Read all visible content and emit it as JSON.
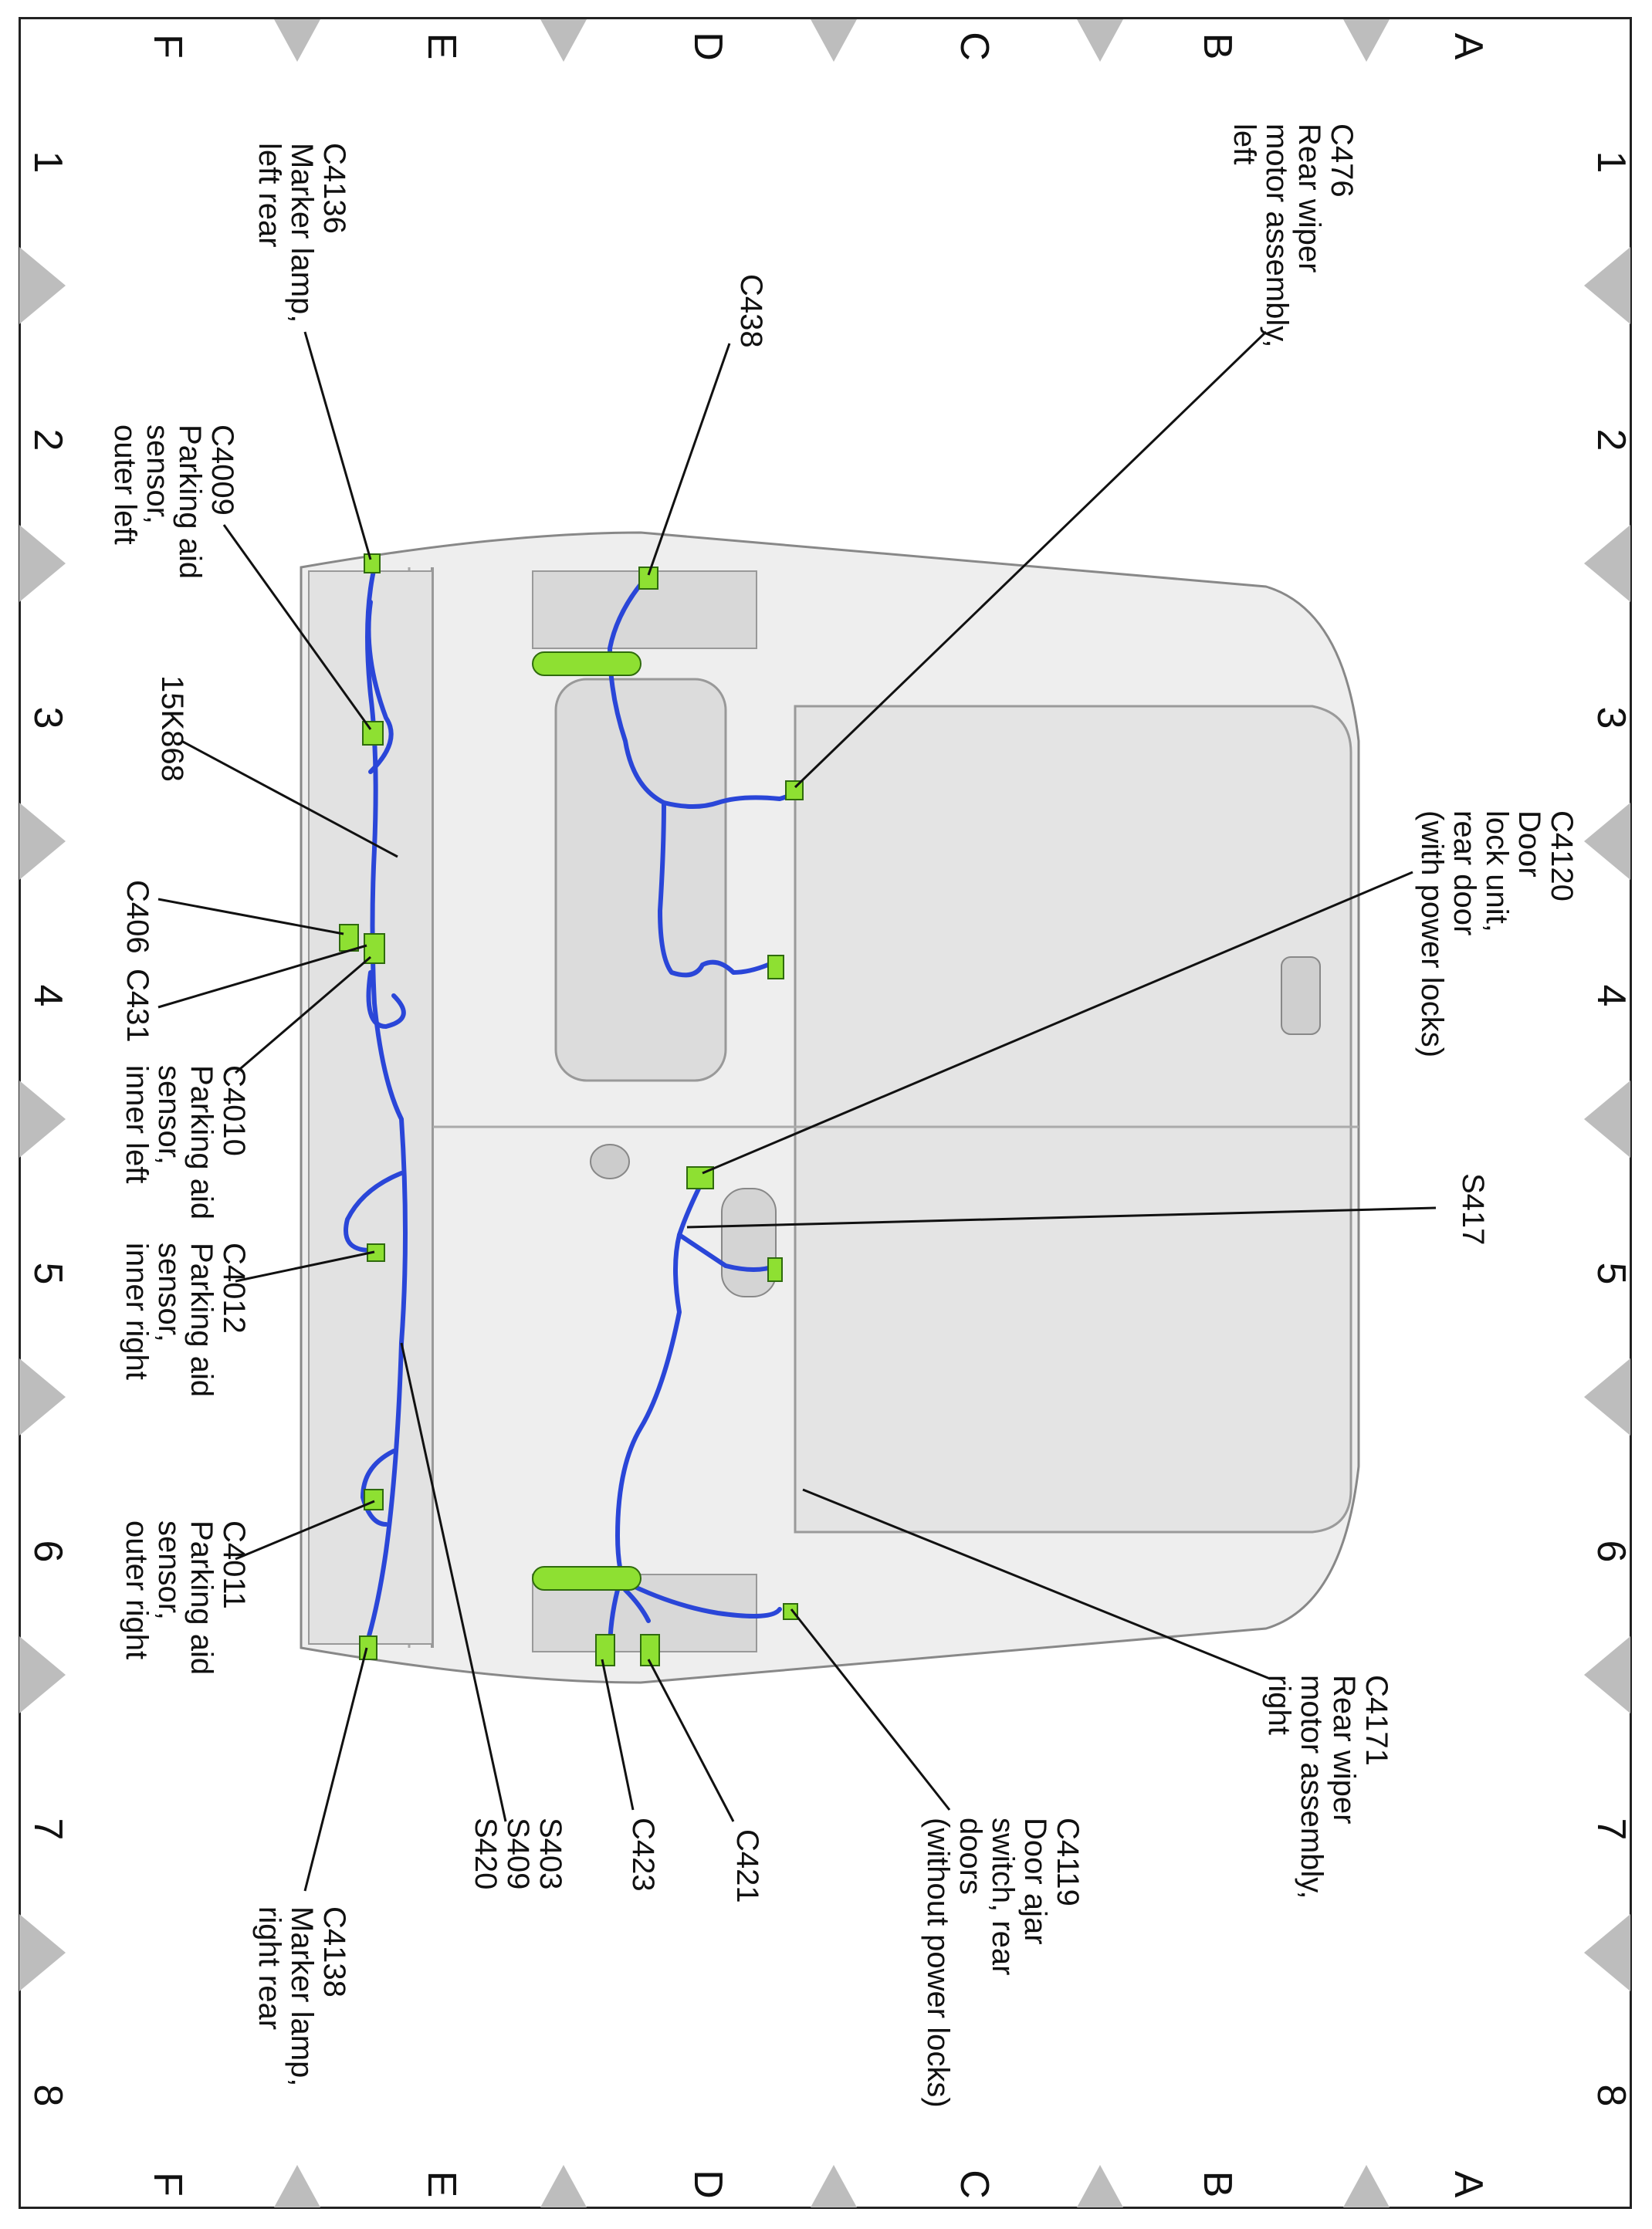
{
  "grid": {
    "columns": [
      "A",
      "B",
      "C",
      "D",
      "E",
      "F"
    ],
    "rows": [
      "1",
      "2",
      "3",
      "4",
      "5",
      "6",
      "7",
      "8"
    ]
  },
  "callouts": [
    {
      "id": "c476",
      "lines": [
        "C476",
        "Rear wiper",
        "motor assembly,",
        "left"
      ]
    },
    {
      "id": "c438",
      "lines": [
        "C438"
      ]
    },
    {
      "id": "c4136",
      "lines": [
        "C4136",
        "Marker lamp,",
        "left rear"
      ]
    },
    {
      "id": "c4009",
      "lines": [
        "C4009",
        "Parking aid",
        "sensor,",
        "outer left"
      ]
    },
    {
      "id": "15k868",
      "lines": [
        "15K868"
      ]
    },
    {
      "id": "c406",
      "lines": [
        "C406"
      ]
    },
    {
      "id": "c431",
      "lines": [
        "C431"
      ]
    },
    {
      "id": "c4010",
      "lines": [
        "C4010",
        "Parking aid",
        "sensor,",
        "inner left"
      ]
    },
    {
      "id": "c4120",
      "lines": [
        "C4120",
        "Door",
        "lock unit,",
        "rear door",
        "(with power locks)"
      ]
    },
    {
      "id": "s417",
      "lines": [
        "S417"
      ]
    },
    {
      "id": "c4012",
      "lines": [
        "C4012",
        "Parking aid",
        "sensor,",
        "inner right"
      ]
    },
    {
      "id": "c4011",
      "lines": [
        "C4011",
        "Parking aid",
        "sensor,",
        "outer right"
      ]
    },
    {
      "id": "c4171",
      "lines": [
        "C4171",
        "Rear wiper",
        "motor assembly,",
        "right"
      ]
    },
    {
      "id": "c4119",
      "lines": [
        "C4119",
        "Door ajar",
        "switch, rear",
        "doors",
        "(without power locks)"
      ]
    },
    {
      "id": "c421",
      "lines": [
        "C421"
      ]
    },
    {
      "id": "c423",
      "lines": [
        "C423"
      ]
    },
    {
      "id": "s403",
      "lines": [
        "S403",
        "S409",
        "S420"
      ]
    },
    {
      "id": "c4138",
      "lines": [
        "C4138",
        "Marker lamp,",
        "right rear"
      ]
    }
  ],
  "colors": {
    "wire": "#2a46d8",
    "connector": "#8ee032",
    "body": "#e9e9e9",
    "grid_marker": "#bdbdbd"
  }
}
